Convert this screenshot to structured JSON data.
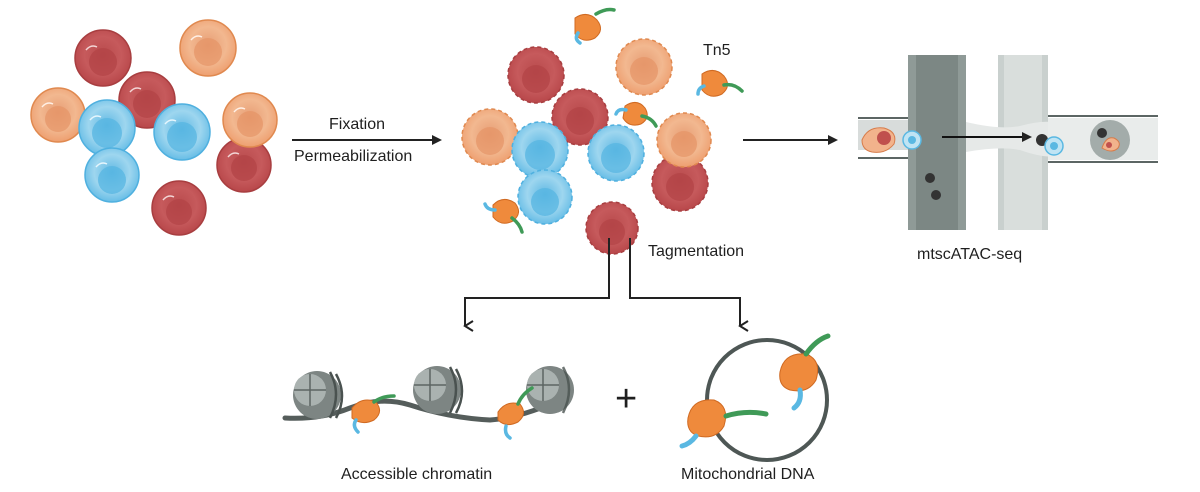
{
  "labels": {
    "fixation": "Fixation",
    "permeabilization": "Permeabilization",
    "tn5": "Tn5",
    "tagmentation": "Tagmentation",
    "assay": "mtscATAC-seq",
    "chromatin": "Accessible chromatin",
    "plus": "+",
    "mito": "Mitochondrial DNA"
  },
  "colors": {
    "red_cell": "#c0504d",
    "orange_cell": "#f2b38c",
    "blue_cell": "#8fd0ea",
    "tn5": "#ef8a3c",
    "dna_green": "#3f9a57",
    "dna_blue": "#5ab8e2",
    "channel": "#8f9a97",
    "arrow": "#222222"
  },
  "icons": [
    "cell-icon",
    "tn5-transposase-icon",
    "nucleosome-icon",
    "microfluidic-chip-icon",
    "arrow-icon"
  ]
}
